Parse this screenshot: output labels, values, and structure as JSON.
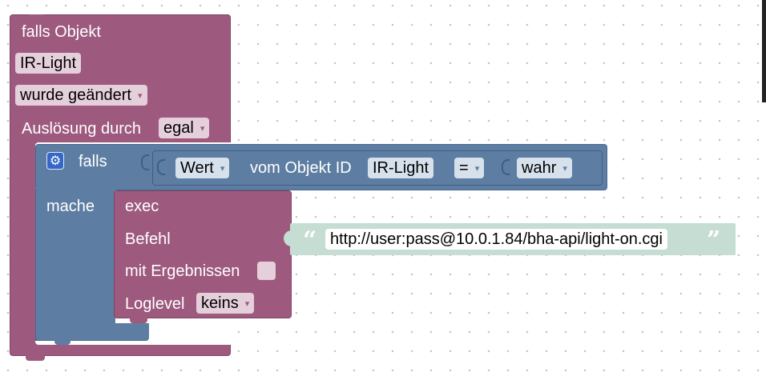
{
  "trigger": {
    "title": "falls Objekt",
    "object_id": "IR-Light",
    "event": "wurde geändert",
    "trigger_by_label": "Auslösung durch",
    "trigger_by_value": "egal"
  },
  "if_block": {
    "if_label": "falls",
    "do_label": "mache",
    "condition": {
      "value_type": "Wert",
      "of_object_label": "vom Objekt ID",
      "object_id": "IR-Light",
      "operator": "=",
      "compare_value": "wahr"
    }
  },
  "exec_block": {
    "title": "exec",
    "command_label": "Befehl",
    "command_value": "http://user:pass@10.0.1.84/bha-api/light-on.cgi",
    "with_results_label": "mit Ergebnissen",
    "loglevel_label": "Loglevel",
    "loglevel_value": "keins"
  },
  "glyphs": {
    "open_quote": "“",
    "close_quote": "”",
    "dropdown_arrow": "▾",
    "gear": "⚙"
  },
  "colors": {
    "trigger_block": "#9e5a7e",
    "logic_block": "#5d7ea2",
    "string_block": "#c5ddd2"
  }
}
